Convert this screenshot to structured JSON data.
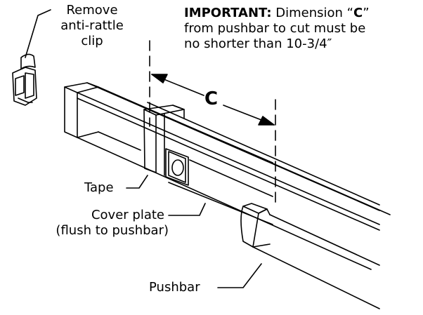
{
  "labels": {
    "remove_clip_line1": "Remove",
    "remove_clip_line2": "anti-rattle",
    "remove_clip_line3": "clip",
    "important_prefix": "IMPORTANT:",
    "important_line1_rest": " Dimension “",
    "important_c": "C",
    "important_line1_end": "”",
    "important_line2": "from pushbar to cut must be",
    "important_line3": "no shorter than 10-3/4″",
    "dimension_c": "C",
    "tape": "Tape",
    "cover_plate_line1": "Cover plate",
    "cover_plate_line2": "(flush to pushbar)",
    "pushbar": "Pushbar"
  },
  "colors": {
    "line": "#000000",
    "background": "#ffffff"
  }
}
